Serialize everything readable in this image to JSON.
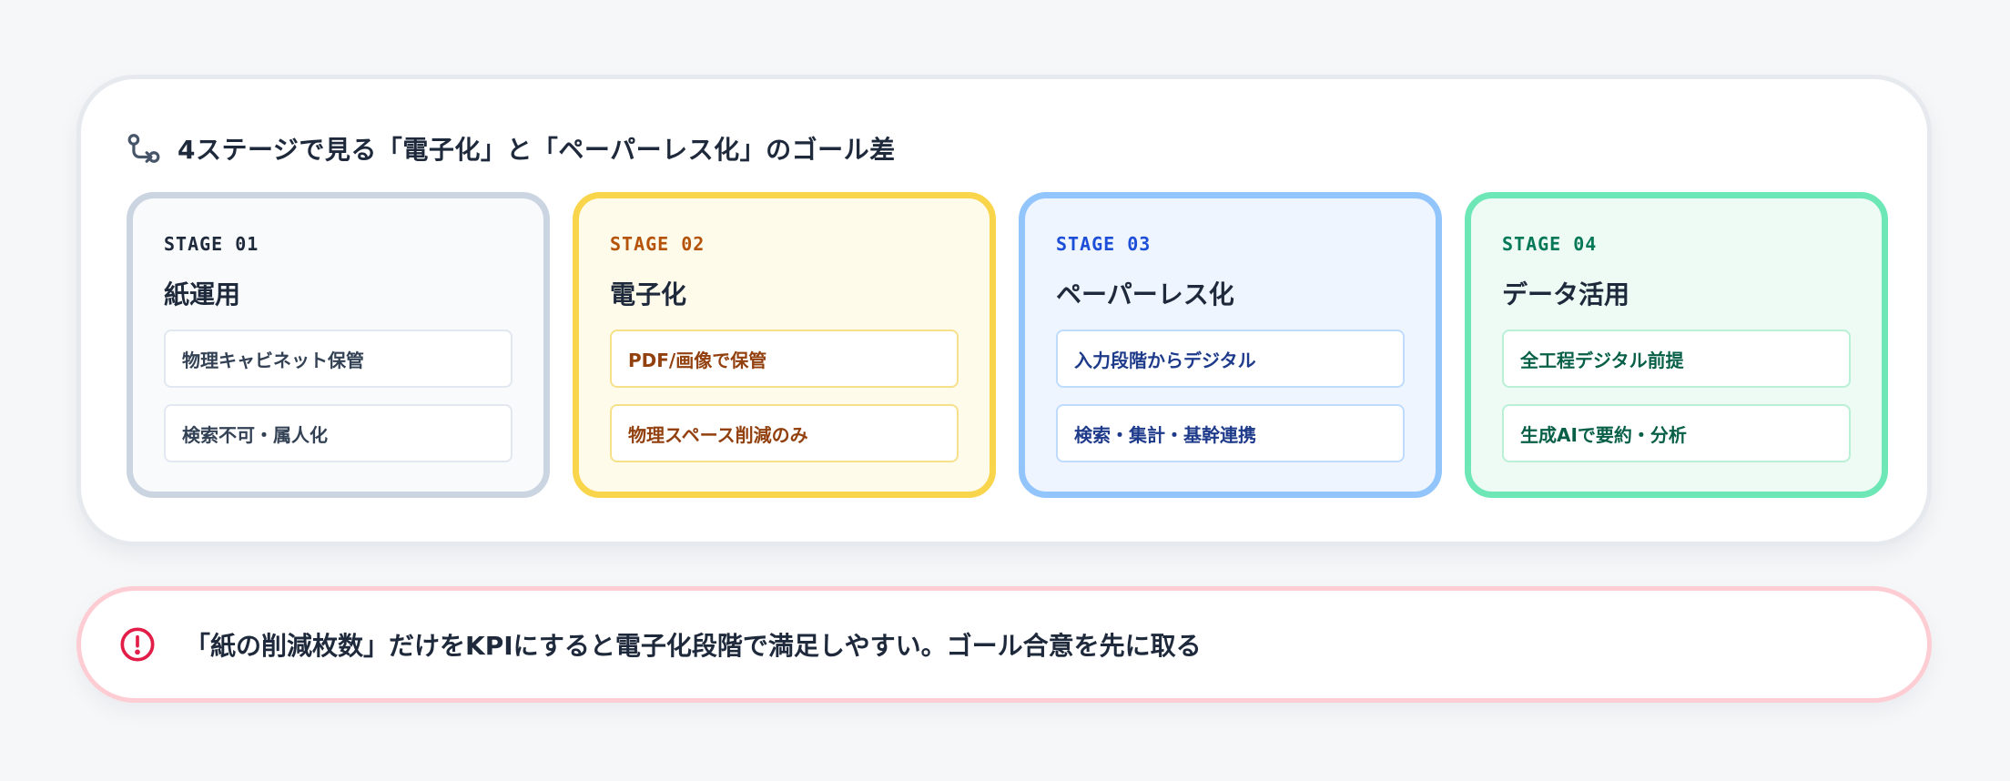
{
  "panel": {
    "title": "4ステージで見る「電子化」と「ペーパーレス化」のゴール差",
    "icon": "git-branch-icon"
  },
  "stages": [
    {
      "code": "STAGE 01",
      "name": "紙運用",
      "items": [
        "物理キャビネット保管",
        "検索不可・属人化"
      ],
      "accent": "#cbd5e1"
    },
    {
      "code": "STAGE 02",
      "name": "電子化",
      "items": [
        "PDF/画像で保管",
        "物理スペース削減のみ"
      ],
      "accent": "#f9d54c"
    },
    {
      "code": "STAGE 03",
      "name": "ペーパーレス化",
      "items": [
        "入力段階からデジタル",
        "検索・集計・基幹連携"
      ],
      "accent": "#93c5fd"
    },
    {
      "code": "STAGE 04",
      "name": "データ活用",
      "items": [
        "全工程デジタル前提",
        "生成AIで要約・分析"
      ],
      "accent": "#6ee7b7"
    }
  ],
  "warning": {
    "icon": "alert-circle-icon",
    "text": "「紙の削減枚数」だけをKPIにすると電子化段階で満足しやすい。ゴール合意を先に取る",
    "accent": "#e11d48"
  }
}
